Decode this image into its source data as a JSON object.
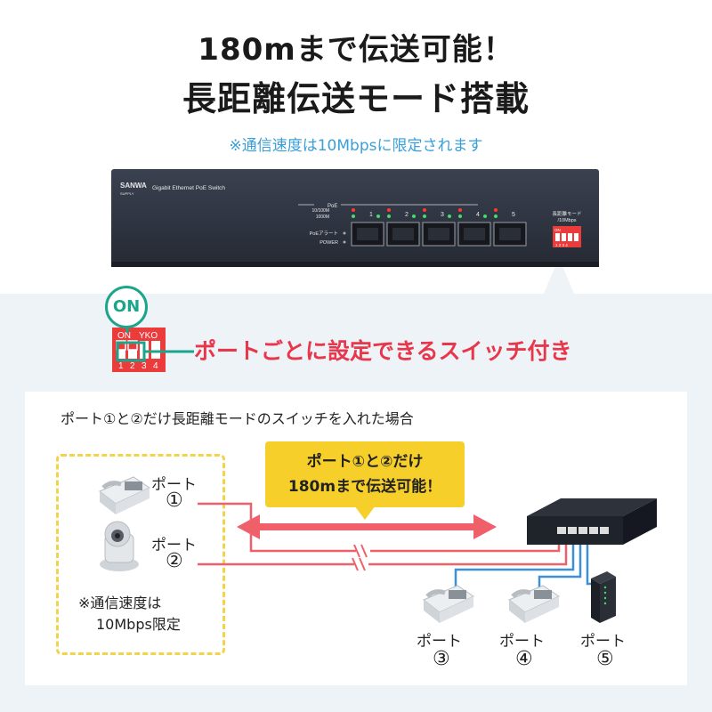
{
  "header": {
    "title_line1": "180mまで伝送可能！",
    "title_line2": "長距離伝送モード搭載",
    "note": "※通信速度は10Mbpsに限定されます"
  },
  "switch": {
    "brand": "SANWA",
    "brand_sub": "SUPPLY",
    "model": "Gigabit Ethernet PoE Switch",
    "speed_10_100": "10/100M",
    "speed_1000": "1000M",
    "poe_label": "PoE",
    "poe_alert": "PoEアラート",
    "power_label": "POWER",
    "ports": [
      "1",
      "2",
      "3",
      "4",
      "5"
    ],
    "mode_label_line1": "長距離モード",
    "mode_label_line2": "/10Mbps",
    "dip_on": "ON",
    "dip_numbers": "1 2 3 4"
  },
  "dip_zoom": {
    "on_badge": "ON",
    "top_label": "ON",
    "top_label_right": "YKO",
    "numbers": [
      "1",
      "2",
      "3",
      "4"
    ],
    "feature_text": "ポートごとに設定できるスイッチ付き"
  },
  "diagram": {
    "heading": "ポート①と②だけ長距離モードのスイッチを入れた場合",
    "banner_line1": "ポート①と②だけ",
    "banner_line2": "180mまで伝送可能！",
    "port_word": "ポート",
    "port1": "①",
    "port2": "②",
    "port3": "③",
    "port4": "④",
    "port5": "⑤",
    "limit_note_line1": "※通信速度は",
    "limit_note_line2": "10Mbps限定"
  },
  "colors": {
    "title": "#1a1a1a",
    "note_blue": "#3a9fd8",
    "accent_red": "#e8364a",
    "cable_red": "#f0606a",
    "cable_blue": "#3d8fd8",
    "banner_yellow": "#f6cf2a",
    "on_green": "#1ba58a",
    "panel_bg": "#eef3f8"
  }
}
